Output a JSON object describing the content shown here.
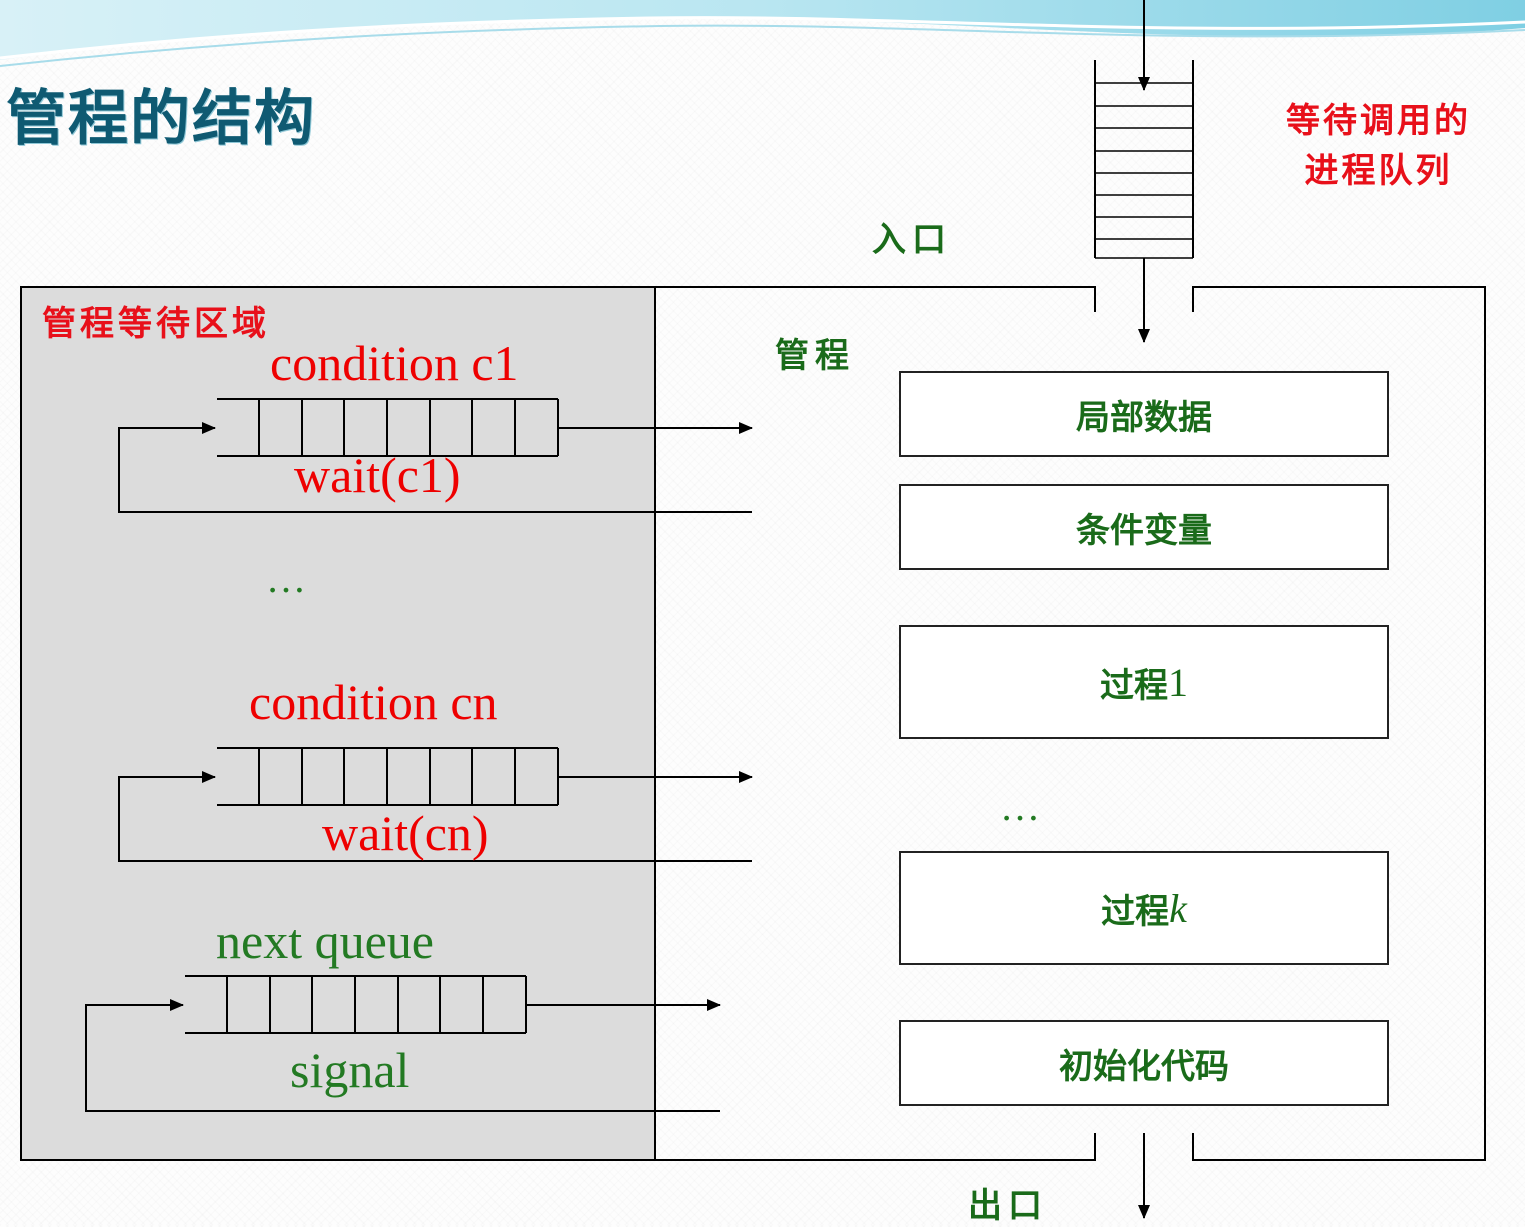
{
  "title": "管程的结构",
  "queue_label": "等待调用的\n进程队列",
  "queue_label_line1": "等待调用的",
  "queue_label_line2": "进程队列",
  "entry_label": "入口",
  "exit_label": "出口",
  "waiting_area_label": "管程等待区域",
  "monitor_label": "管程",
  "condition_c1": "condition c1",
  "wait_c1": "wait(c1)",
  "ellipsis_left": "…",
  "condition_cn": "condition cn",
  "wait_cn": "wait(cn)",
  "next_queue": "next queue",
  "signal": "signal",
  "ellipsis_right": "…",
  "boxes": {
    "local_data": "局部数据",
    "condition_vars": "条件变量",
    "proc1_prefix": "过程",
    "proc1_suffix": "1",
    "prock_prefix": "过程",
    "prock_suffix": "k",
    "init_code": "初始化代码"
  },
  "colors": {
    "title": "#0f5a72",
    "red": "#ee0000",
    "green": "#237a23",
    "waiting_area_bg": "#dcdcdc"
  }
}
